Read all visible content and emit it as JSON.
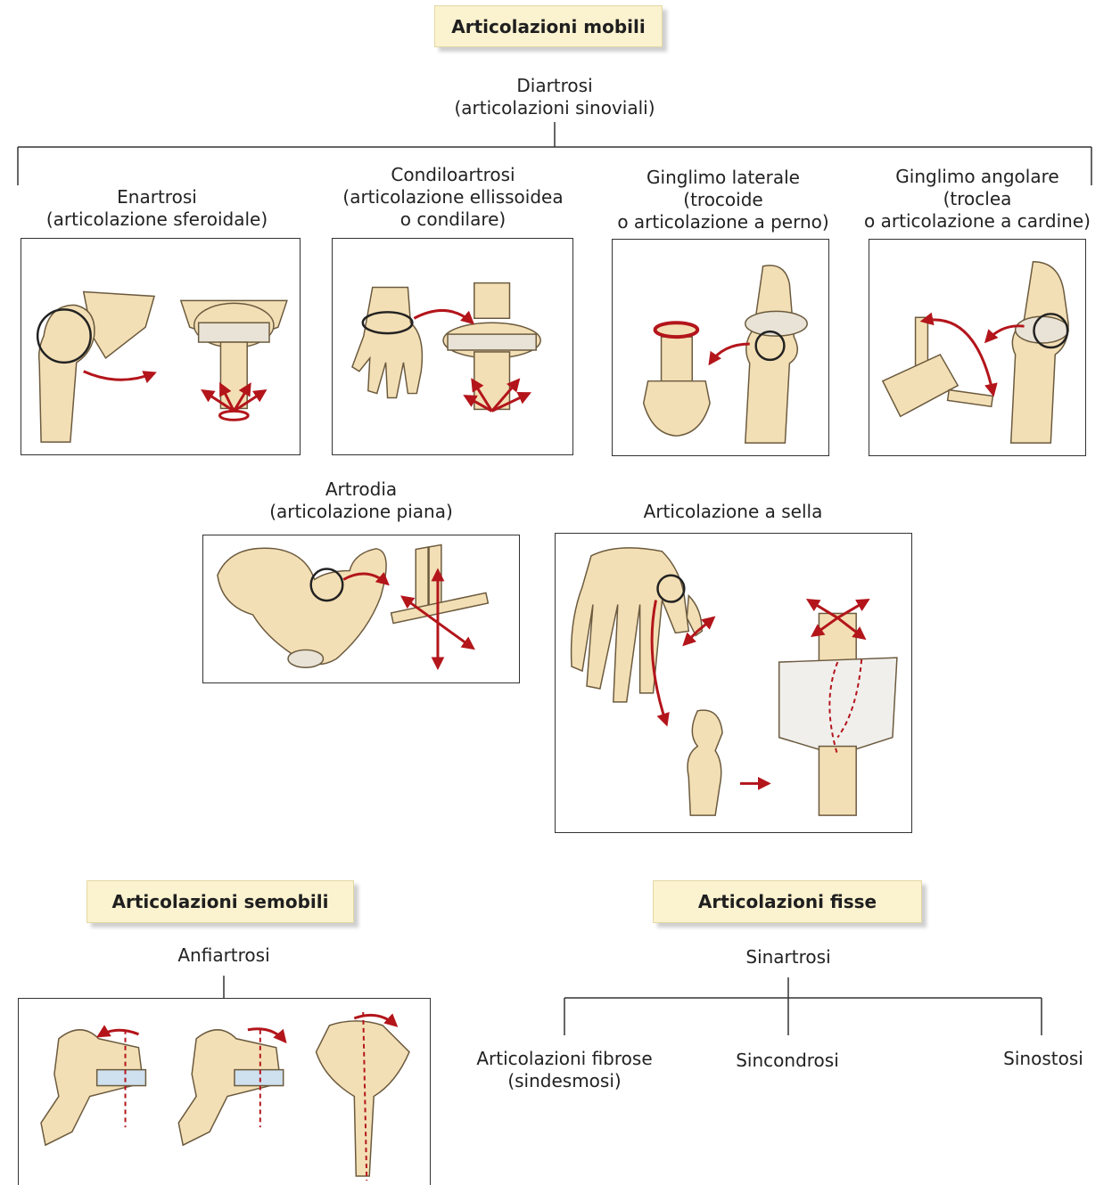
{
  "headers": {
    "mobili": "Articolazioni mobili",
    "semobili": "Articolazioni semobili",
    "fisse": "Articolazioni fisse"
  },
  "mobili": {
    "title": [
      "Diartrosi",
      "(articolazioni sinoviali)"
    ],
    "types": [
      {
        "lines": [
          "Enartrosi",
          "(articolazione sferoidale)"
        ]
      },
      {
        "lines": [
          "Condiloartrosi",
          "(articolazione ellissoidea",
          "o condilare)"
        ]
      },
      {
        "lines": [
          "Ginglimo laterale",
          "(trocoide",
          "o articolazione a perno)"
        ]
      },
      {
        "lines": [
          "Ginglimo angolare",
          "(troclea",
          "o articolazione a cardine)"
        ]
      },
      {
        "lines": [
          "Artrodia",
          "(articolazione piana)"
        ]
      },
      {
        "lines": [
          "Articolazione a sella"
        ]
      }
    ]
  },
  "semobili": {
    "title": "Anfiartrosi"
  },
  "fisse": {
    "title": "Sinartrosi",
    "types": [
      {
        "lines": [
          "Articolazioni fibrose",
          "(sindesmosi)"
        ]
      },
      {
        "lines": [
          "Sincondrosi"
        ]
      },
      {
        "lines": [
          "Sinostosi"
        ]
      }
    ]
  },
  "colors": {
    "bone": "#f3dfb5",
    "bone_outline": "#6b5a3e",
    "arrow": "#b3151b",
    "header_bg": "#fbf2cf"
  }
}
